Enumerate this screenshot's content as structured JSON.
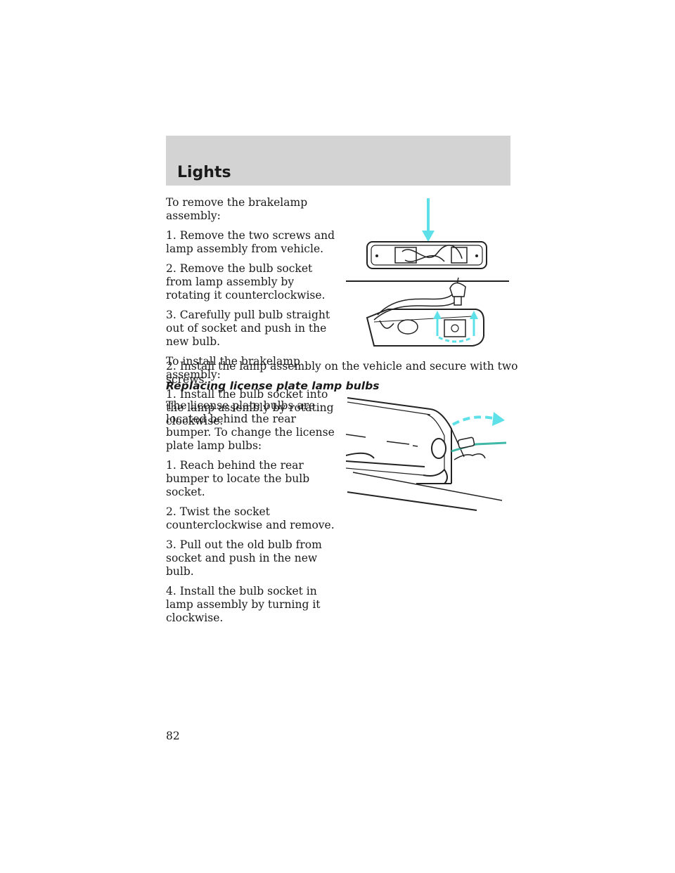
{
  "header": {
    "title": "Lights"
  },
  "brakelamp_remove": {
    "intro": "To remove the brakelamp assembly:",
    "steps": [
      "1. Remove the two screws and lamp assembly from vehicle.",
      "2. Remove the bulb socket from lamp assembly by rotating it counterclockwise.",
      "3. Carefully pull bulb straight out of socket and push in the new bulb."
    ]
  },
  "brakelamp_install": {
    "intro": "To install the brakelamp assembly:",
    "steps": [
      "1. Install the bulb socket into the lamp assembly by rotating clockwise.",
      "2. Install the lamp assembly on the vehicle and secure with two screws."
    ]
  },
  "license_plate": {
    "heading": "Replacing license plate lamp bulbs",
    "intro": "The license plate bulbs are located behind the rear bumper. To change the license plate lamp bulbs:",
    "steps": [
      "1. Reach behind the rear bumper to locate the bulb socket.",
      "2. Twist the socket counterclockwise and remove.",
      "3. Pull out the old bulb from socket and push in the new bulb.",
      "4. Install the bulb socket in lamp assembly by turning it clockwise."
    ]
  },
  "page_number": "82",
  "colors": {
    "header_band": "#d3d3d3",
    "arrow_accent": "#5ee0e8"
  },
  "icons": [
    "brakelamp-assembly-illustration",
    "bulb-socket-illustration",
    "license-plate-lamp-illustration"
  ]
}
